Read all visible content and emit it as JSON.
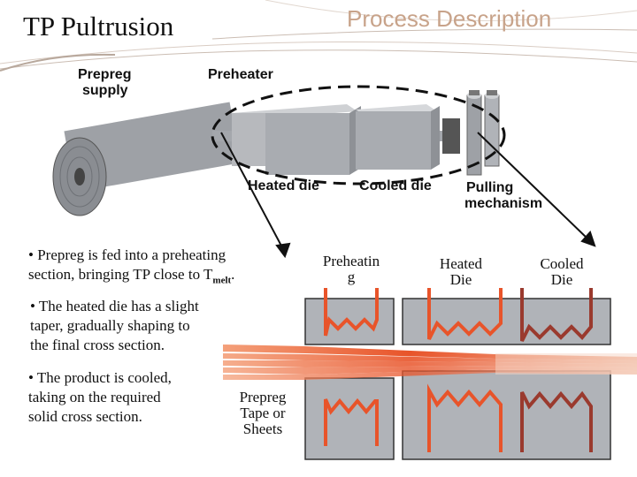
{
  "slide": {
    "title": "TP Pultrusion",
    "subtitle": "Process Description"
  },
  "machine": {
    "labels": {
      "prepreg_supply_1": "Prepreg",
      "prepreg_supply_2": "supply",
      "preheater": "Preheater",
      "heated_die": "Heated die",
      "cooled_die": "Cooled die",
      "pulling_1": "Pulling",
      "pulling_2": "mechanism"
    }
  },
  "bullets": {
    "b1_line1": "• Prepreg is fed into a preheating",
    "b1_line2": "section, bringing TP close to T",
    "b1_sub": "melt",
    "b1_end": ".",
    "b2_line1": "• The heated die has a slight",
    "b2_line2": "taper, gradually shaping to",
    "b2_line3": "the final cross section.",
    "b3_line1": "• The product is cooled,",
    "b3_line2": "taking on the required",
    "b3_line3": "solid cross section."
  },
  "stages": {
    "preheating_1": "Preheatin",
    "preheating_2": "g",
    "heated_1": "Heated",
    "heated_2": "Die",
    "cooled_1": "Cooled",
    "cooled_2": "Die"
  },
  "input_label": {
    "line1": "Prepreg",
    "line2": "Tape or",
    "line3": "Sheets"
  },
  "colors": {
    "heater": "#e8542a",
    "cooler": "#9a3a2e",
    "block": "#b0b3b8",
    "accent": "#c8a38a"
  }
}
